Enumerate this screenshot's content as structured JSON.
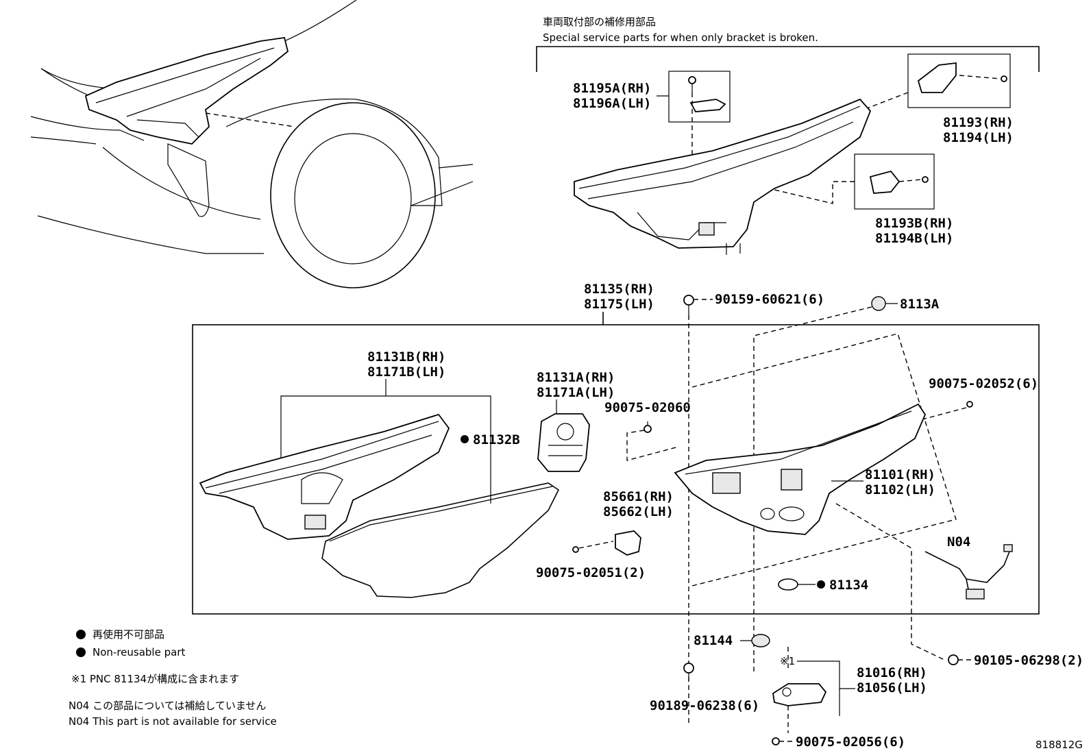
{
  "special_service": {
    "title_jp": "車両取付部の補修用部品",
    "title_en": "Special service parts for when only bracket is broken."
  },
  "labels": {
    "p81195A": "81195A(RH)",
    "p81196A": "81196A(LH)",
    "p81193": "81193(RH)",
    "p81194": "81194(LH)",
    "p81193B": "81193B(RH)",
    "p81194B": "81194B(LH)",
    "p81135": "81135(RH)",
    "p81175": "81175(LH)",
    "p90159": "90159-60621(6)",
    "p8113A": "8113A",
    "p81131B": "81131B(RH)",
    "p81171B": "81171B(LH)",
    "p81131A": "81131A(RH)",
    "p81171A": "81171A(LH)",
    "p90075_02060": "90075-02060",
    "p90075_02052": "90075-02052(6)",
    "p81132B": "81132B",
    "p81101": "81101(RH)",
    "p81102": "81102(LH)",
    "p85661": "85661(RH)",
    "p85662": "85662(LH)",
    "p90075_02051": "90075-02051(2)",
    "pN04": "N04",
    "p81134": "81134",
    "p81144": "81144",
    "p90105": "90105-06298(2)",
    "pnote1": "※1",
    "p81016": "81016(RH)",
    "p81056": "81056(LH)",
    "p90189": "90189-06238(6)",
    "p90075_02056": "90075-02056(6)"
  },
  "legend": {
    "nonreusable_jp": "再使用不可部品",
    "nonreusable_en": "Non-reusable part",
    "note1": "※1 PNC 81134が構成に含まれます",
    "n04_jp": "N04 この部品については補給していません",
    "n04_en": "N04 This part is not available for service"
  },
  "figure_code": "818812G"
}
